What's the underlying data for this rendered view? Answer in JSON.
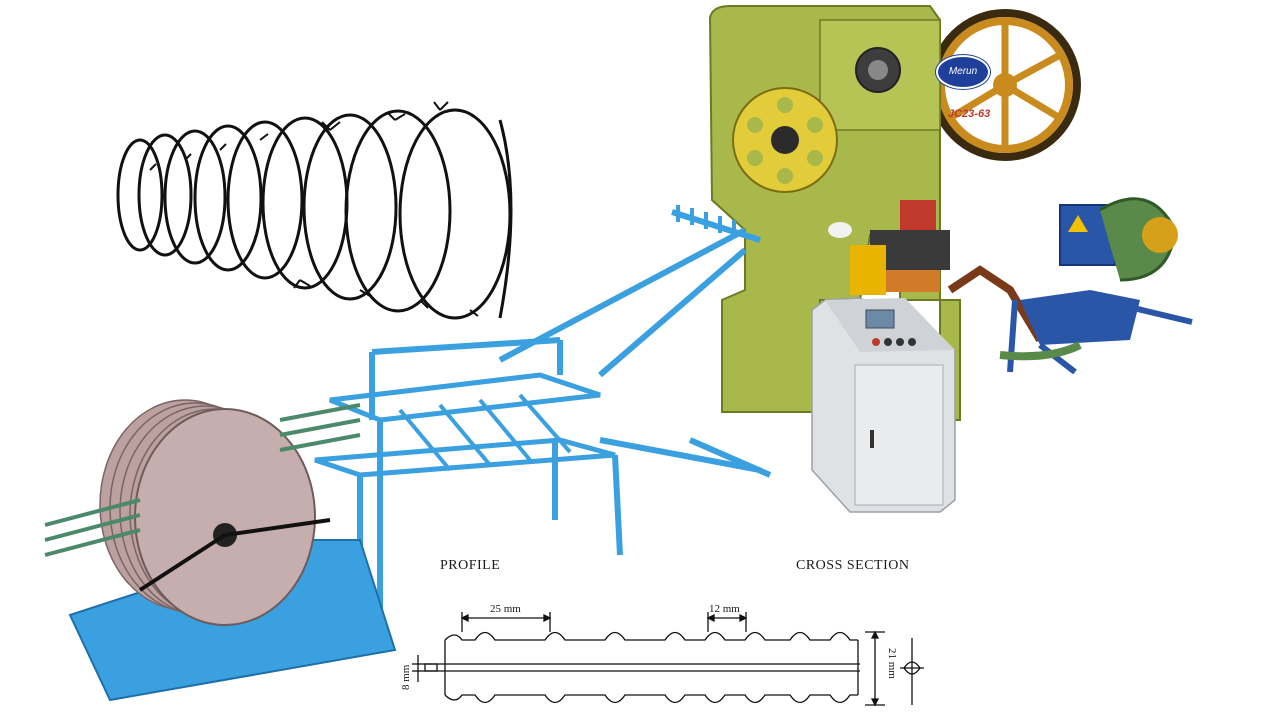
{
  "diagram": {
    "profile_label": "PROFILE",
    "cross_section_label": "CROSS SECTION",
    "dimensions": {
      "barb_spacing": "25 mm",
      "barb_width": "12 mm",
      "core_height": "8 mm",
      "total_height": "21 mm"
    }
  },
  "machine": {
    "brand": "Merun",
    "model": "JC23-63"
  },
  "colors": {
    "press_body": "#a9b84a",
    "flywheel": "#c98a1e",
    "frame_blue": "#3aa0e0",
    "cabinet": "#e6e8ea",
    "wire": "#111111"
  },
  "icons": [
    "razor-wire-coil",
    "power-press",
    "wire-feed-frame",
    "coil-reel",
    "decoiler",
    "control-cabinet"
  ]
}
